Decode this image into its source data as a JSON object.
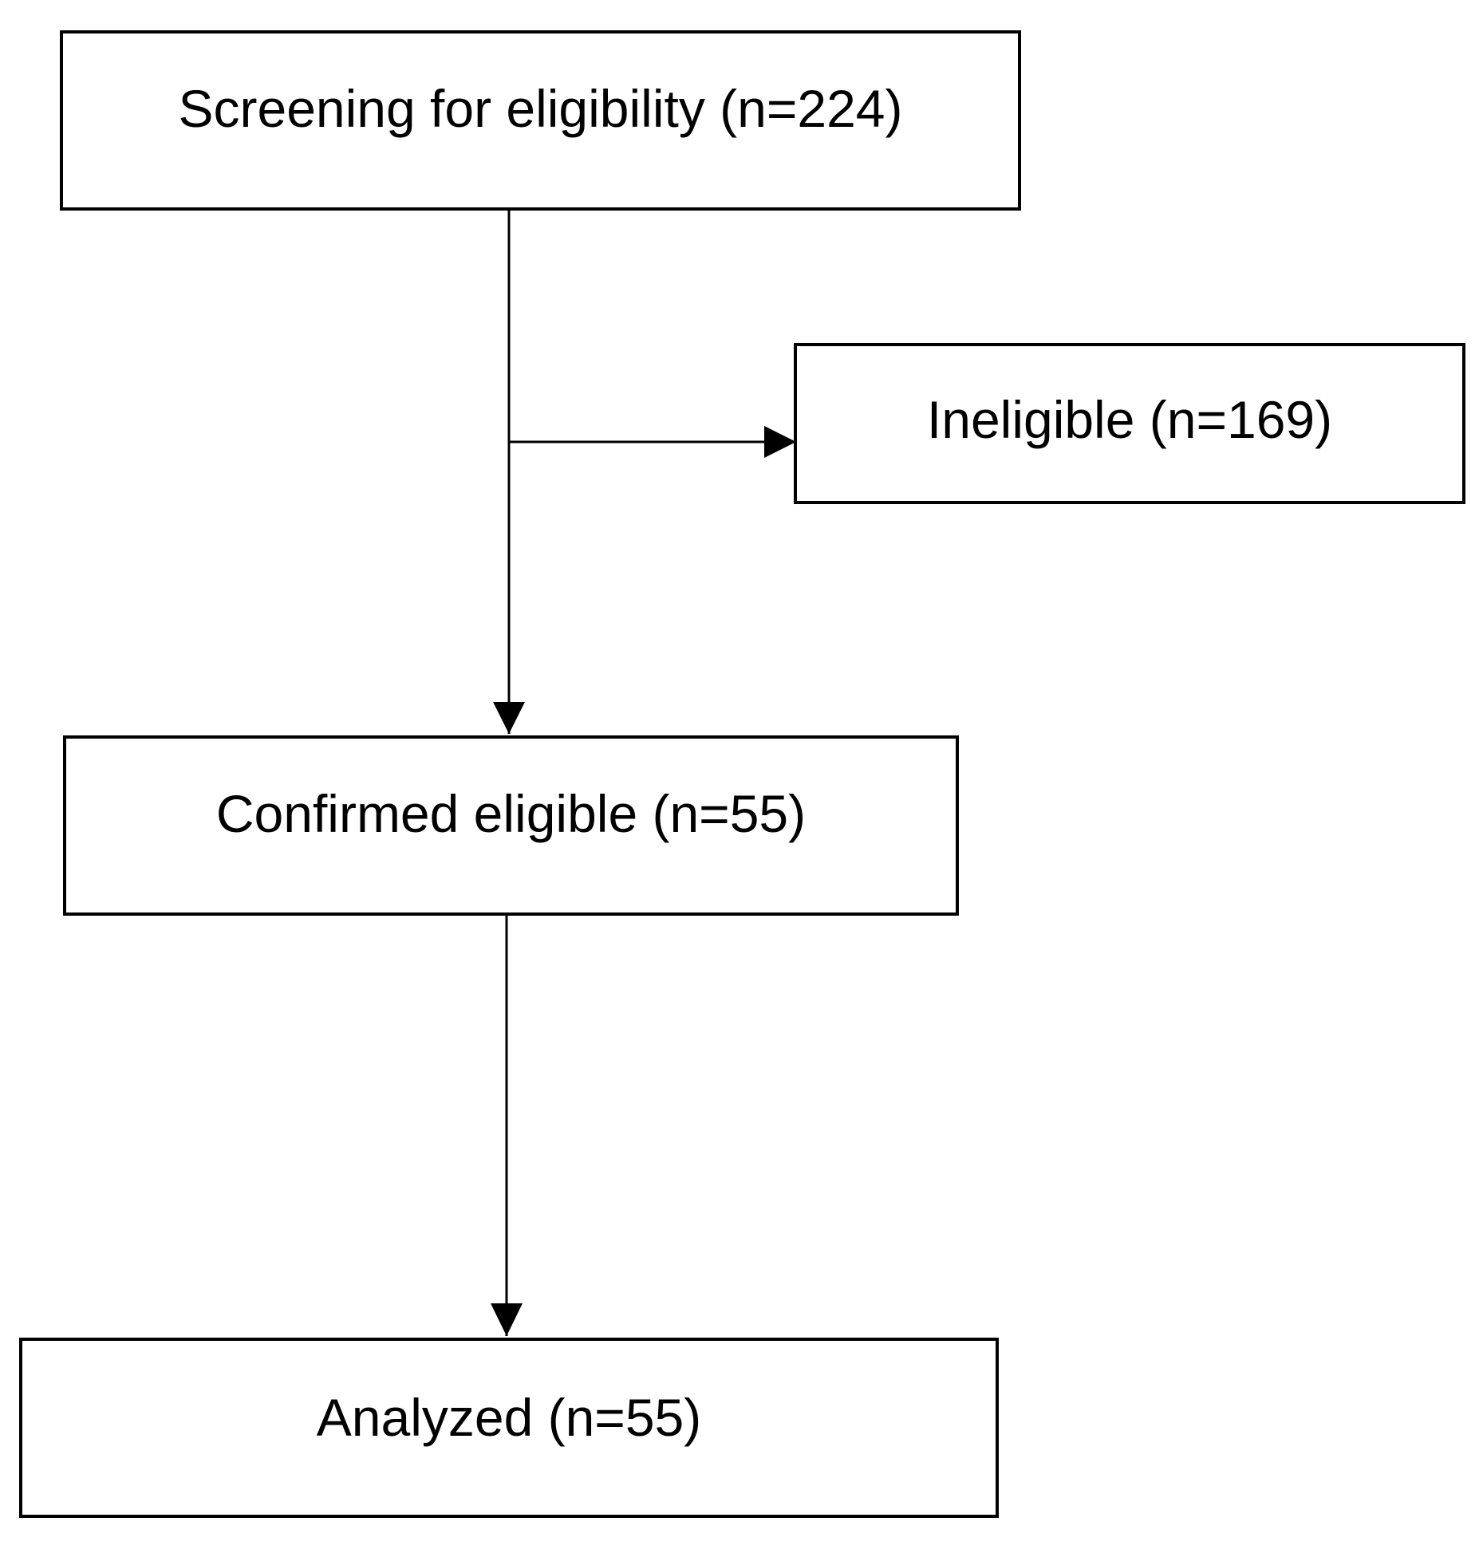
{
  "diagram": {
    "nodes": [
      {
        "id": "screening",
        "label": "Screening for eligibility (n=224)"
      },
      {
        "id": "ineligible",
        "label": "Ineligible (n=169)"
      },
      {
        "id": "confirmed",
        "label": "Confirmed eligible (n=55)"
      },
      {
        "id": "analyzed",
        "label": "Analyzed (n=55)"
      }
    ],
    "edges": [
      {
        "from": "screening",
        "to": "ineligible"
      },
      {
        "from": "screening",
        "to": "confirmed"
      },
      {
        "from": "confirmed",
        "to": "analyzed"
      }
    ],
    "colors": {
      "stroke": "#000000",
      "background": "#ffffff"
    }
  }
}
